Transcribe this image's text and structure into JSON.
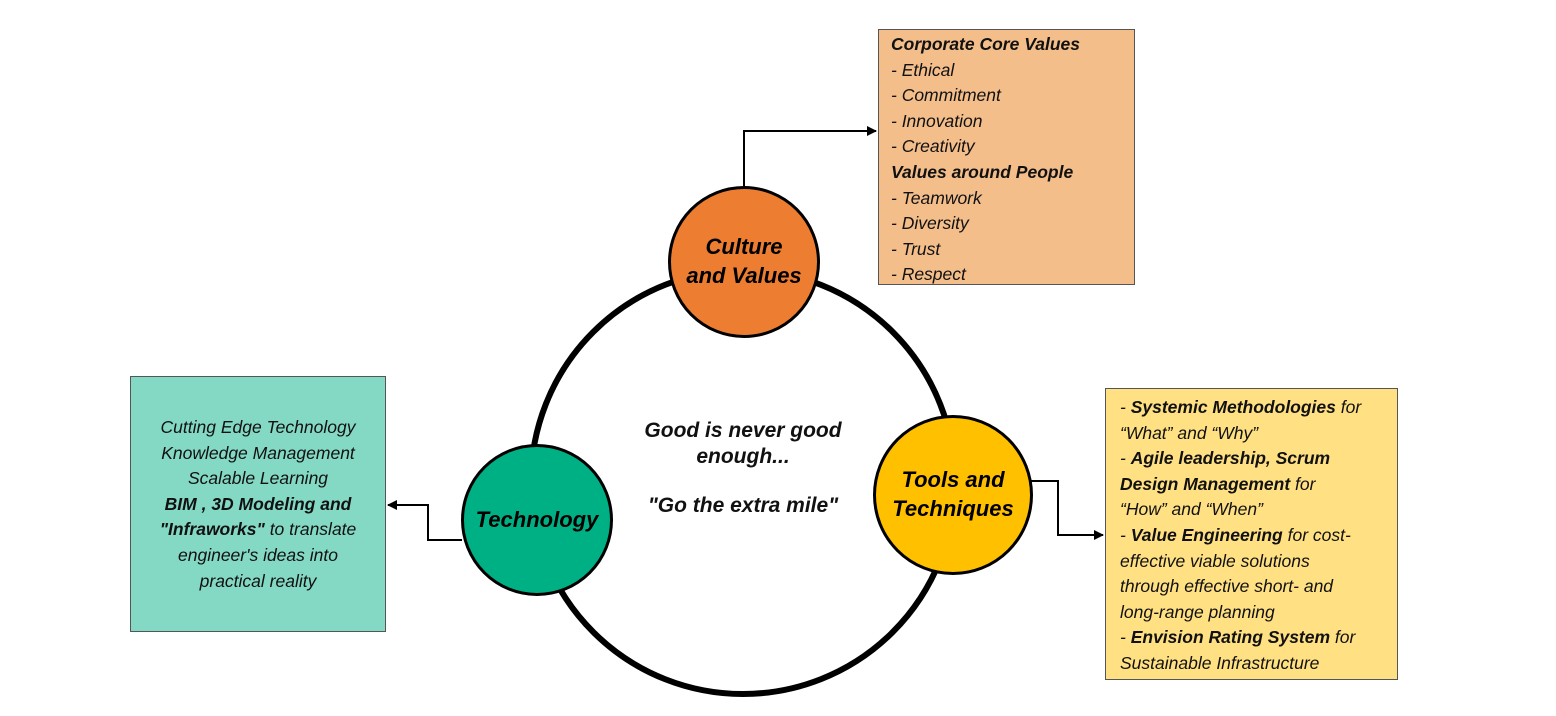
{
  "colors": {
    "culture": "#ED7D31",
    "technology": "#00B085",
    "tools": "#FFC000",
    "values_box": "#F4BE8B",
    "tech_box": "#84D9C5",
    "tools_box": "#FFE083"
  },
  "nodes": {
    "culture": {
      "line1": "Culture",
      "line2": "and Values"
    },
    "technology": {
      "line1": "Technology"
    },
    "tools": {
      "line1": "Tools and",
      "line2": "Techniques"
    }
  },
  "center": {
    "line1": "Good is never good",
    "line2": "enough...",
    "line3": "\"Go the extra mile\""
  },
  "values_box": {
    "heading1": "Corporate Core Values",
    "core": [
      "- Ethical",
      "- Commitment",
      "- Innovation",
      "- Creativity"
    ],
    "heading2": "Values around People",
    "people": [
      "- Teamwork",
      "- Diversity",
      "- Trust",
      "- Respect"
    ]
  },
  "tech_box": {
    "line1": "Cutting  Edge Technology",
    "line2": "Knowledge  Management",
    "line3": "Scalable Learning",
    "bold1": "BIM , 3D Modeling and",
    "bold2": "\"Infraworks\"",
    "rest2": " to translate",
    "line6": "engineer's ideas into",
    "line7": "practical reality"
  },
  "tools_box": {
    "i1_pre": "- ",
    "i1_bold": "Systemic Methodologies",
    "i1_post": "  for",
    "i1_l2": "“What” and “Why”",
    "i2_pre": "- ",
    "i2_bold": "Agile leadership, Scrum",
    "i2_bold2": "Design Management",
    "i2_post": "  for",
    "i2_l3": "“How” and “When”",
    "i3_pre": "- ",
    "i3_bold": "Value Engineering",
    "i3_post": " for cost-",
    "i3_l2": "effective viable solutions",
    "i3_l3": "through effective short- and",
    "i3_l4": "long-range planning",
    "i4_pre": "- ",
    "i4_bold": "Envision Rating System",
    "i4_post": " for",
    "i4_l2": "Sustainable  Infrastructure"
  }
}
